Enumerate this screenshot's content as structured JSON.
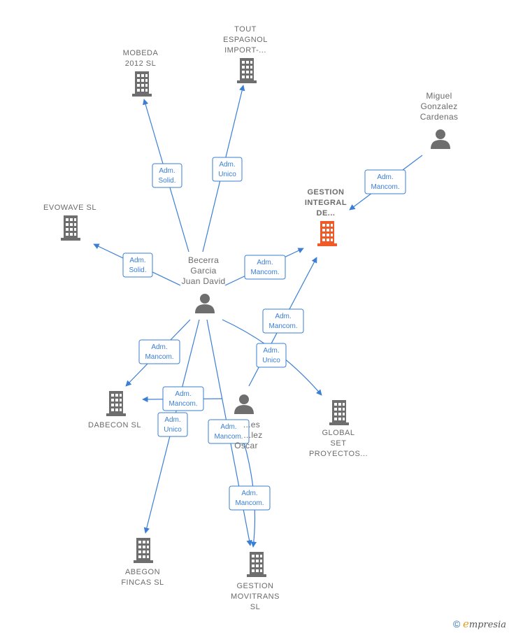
{
  "nodes": {
    "mobeda": {
      "lines": [
        "MOBEDA",
        "2012 SL"
      ],
      "icon": "building-icon",
      "color": "#6e6e6e"
    },
    "tout": {
      "lines": [
        "TOUT",
        "ESPAGNOL",
        "IMPORT-..."
      ],
      "icon": "building-icon",
      "color": "#6e6e6e"
    },
    "miguel": {
      "lines": [
        "Miguel",
        "Gonzalez",
        "Cardenas"
      ],
      "icon": "person-icon",
      "color": "#6e6e6e"
    },
    "gestion_integral": {
      "lines": [
        "GESTION",
        "INTEGRAL",
        "DE..."
      ],
      "icon": "building-icon",
      "color": "#f05a28"
    },
    "evowave": {
      "lines": [
        "EVOWAVE SL"
      ],
      "icon": "building-icon",
      "color": "#6e6e6e"
    },
    "becerra": {
      "lines": [
        "Becerra",
        "Garcia",
        "Juan David"
      ],
      "icon": "person-icon",
      "color": "#6e6e6e"
    },
    "dabecon": {
      "lines": [
        "DABECON SL"
      ],
      "icon": "building-icon",
      "color": "#6e6e6e"
    },
    "oscar": {
      "lines": [
        "...es",
        "...lez",
        "Oscar"
      ],
      "icon": "person-icon",
      "color": "#6e6e6e"
    },
    "global_set": {
      "lines": [
        "GLOBAL",
        "SET",
        "PROYECTOS..."
      ],
      "icon": "building-icon",
      "color": "#6e6e6e"
    },
    "abegon": {
      "lines": [
        "ABEGON",
        "FINCAS SL"
      ],
      "icon": "building-icon",
      "color": "#6e6e6e"
    },
    "gestion_movitrans": {
      "lines": [
        "GESTION",
        "MOVITRANS",
        "SL"
      ],
      "icon": "building-icon",
      "color": "#6e6e6e"
    }
  },
  "edges": [
    {
      "id": "becerra-mobeda",
      "role": [
        "Adm.",
        "Solid."
      ]
    },
    {
      "id": "becerra-tout",
      "role": [
        "Adm.",
        "Unico"
      ]
    },
    {
      "id": "miguel-gestion",
      "role": [
        "Adm.",
        "Mancom."
      ]
    },
    {
      "id": "becerra-evowave",
      "role": [
        "Adm.",
        "Solid."
      ]
    },
    {
      "id": "becerra-gestion",
      "role": [
        "Adm.",
        "Mancom."
      ]
    },
    {
      "id": "oscar-gestion",
      "role": [
        "Adm.",
        "Mancom."
      ]
    },
    {
      "id": "becerra-global",
      "role": [
        "Adm.",
        "Unico"
      ]
    },
    {
      "id": "becerra-dabecon",
      "role": [
        "Adm.",
        "Mancom."
      ]
    },
    {
      "id": "oscar-dabecon",
      "role": [
        "Adm.",
        "Mancom."
      ]
    },
    {
      "id": "becerra-abegon",
      "role": [
        "Adm.",
        "Unico"
      ]
    },
    {
      "id": "becerra-movitrans",
      "role": [
        "Adm.",
        "Mancom."
      ]
    },
    {
      "id": "oscar-movitrans",
      "role": [
        "Adm.",
        "Mancom."
      ]
    }
  ],
  "brand": {
    "copyright": "©",
    "initial": "e",
    "rest": "mpresia"
  },
  "colors": {
    "edge": "#3a7fd5",
    "highlight": "#f05a28",
    "neutral": "#6e6e6e"
  }
}
